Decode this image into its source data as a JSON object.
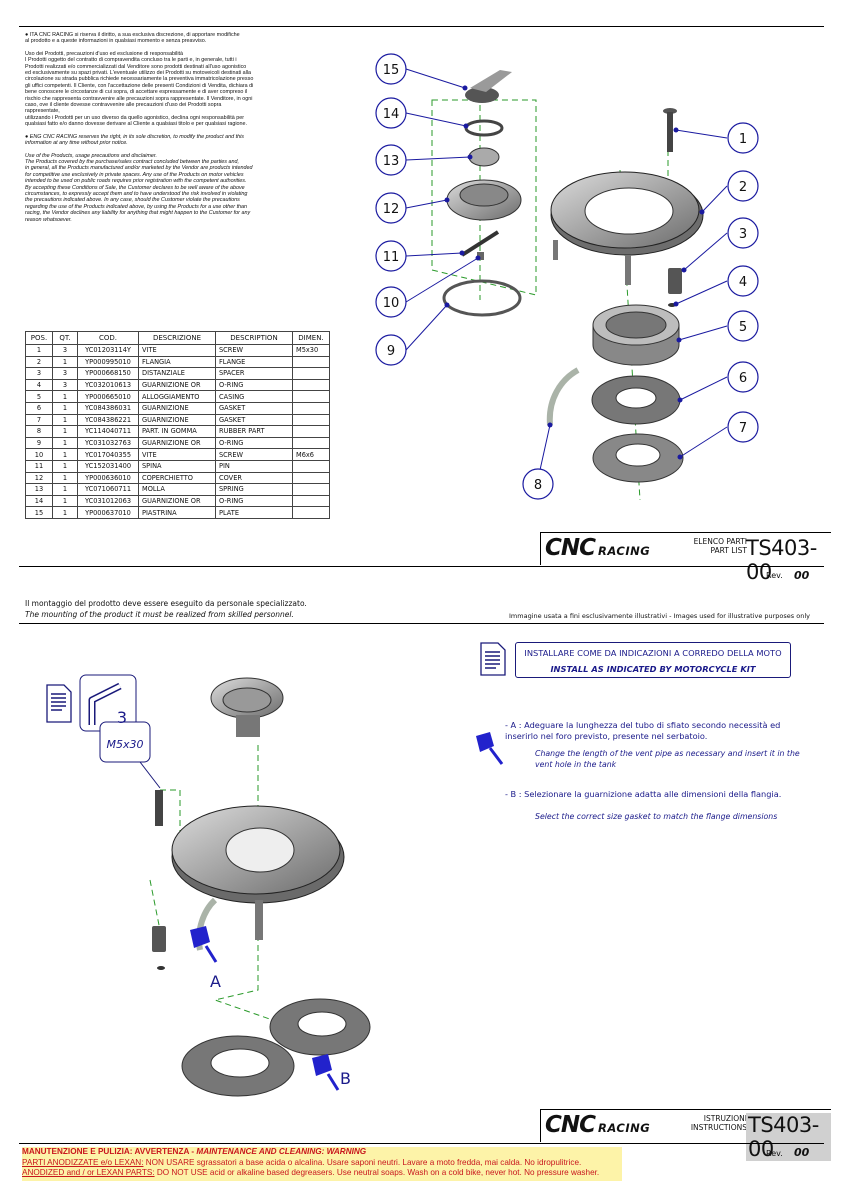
{
  "disclaimer": {
    "ita_header": "ITA  CNC RACING si riserva il diritto, a sua esclusiva discrezione, di apportare modifiche\n      al prodotto e a queste informazioni in qualsiasi momento e senza preavviso.",
    "ita_body": "Uso dei Prodotti, precauzioni d'uso ed esclusione di responsabilità\nI Prodotti oggetto del contratto di compravendita concluso tra le parti e, in generale, tutti i\nProdotti realizzati e/o commercializzati dal Venditore sono prodotti destinati all'uso agonistico\ned esclusivamente su spazi privati. L'eventuale utilizzo dei Prodotti su motoveicoli destinati alla\ncircolazione su strada pubblica richiede necessariamente la preventiva immatricolazione presso\ngli uffici competenti. Il Cliente, con l'accettazione delle presenti Condizioni di Vendita, dichiara di\nbene conoscere le circostanze di cui sopra, di accettare espressamente e di aver compreso il\nrischio che rappresenta contravvenire alle precauzioni sopra rappresentate. Il Venditore, in ogni\ncaso, ove il cliente dovesse contravvenire alle precauzioni d'uso dei Prodotti sopra rappresentate,\nutilizzando i Prodotti per un uso diverso da quello agonistico, declina ogni responsabilità per\nqualsiasi fatto e/o danno dovesse derivare al Cliente a qualsiasi titolo e per qualsiasi ragione.",
    "eng_header": "ENG  CNC RACING reserves the right, in its sole discretion, to modify the product and this\n      information at any time without prior notice.",
    "eng_body": "Use of the Products, usage precautions and disclaimer.\nThe Products covered by the purchase/sales contract concluded between the parties and,\nin general, all the Products manufactured and/or marketed by the Vendor are products intended\nfor competitive use exclusively in private spaces. Any use of the Products on motor vehicles\nintended to be used on public roads requires prior registration with the competent authorities.\nBy accepting these Conditions of Sale, the Customer declares to be well aware of the above\ncircumstances, to expressly accept them and to have understood the risk involved in violating\nthe precautions indicated above. In any case, should the Customer violate the precautions\nregarding the use of the Products indicated above, by using the Products for a use other than\nracing, the Vendor declines any liability for anything that might happen to the Customer for any\nreason whatsoever."
  },
  "parts_table": {
    "headers": [
      "POS.",
      "QT.",
      "COD.",
      "DESCRIZIONE",
      "DESCRIPTION",
      "DIMEN."
    ],
    "rows": [
      [
        "1",
        "3",
        "YC01203114Y",
        "VITE",
        "SCREW",
        "M5x30"
      ],
      [
        "2",
        "1",
        "YP000995010",
        "FLANGIA",
        "FLANGE",
        ""
      ],
      [
        "3",
        "3",
        "YP000668150",
        "DISTANZIALE",
        "SPACER",
        ""
      ],
      [
        "4",
        "3",
        "YC032010613",
        "GUARNIZIONE OR",
        "O-RING",
        ""
      ],
      [
        "5",
        "1",
        "YP000665010",
        "ALLOGGIAMENTO",
        "CASING",
        ""
      ],
      [
        "6",
        "1",
        "YC084386031",
        "GUARNIZIONE",
        "GASKET",
        ""
      ],
      [
        "7",
        "1",
        "YC084386221",
        "GUARNIZIONE",
        "GASKET",
        ""
      ],
      [
        "8",
        "1",
        "YC114040711",
        "PART. IN GOMMA",
        "RUBBER PART",
        ""
      ],
      [
        "9",
        "1",
        "YC031032763",
        "GUARNIZIONE OR",
        "O-RING",
        ""
      ],
      [
        "10",
        "1",
        "YC017040355",
        "VITE",
        "SCREW",
        "M6x6"
      ],
      [
        "11",
        "1",
        "YC152031400",
        "SPINA",
        "PIN",
        ""
      ],
      [
        "12",
        "1",
        "YP000636010",
        "COPERCHIETTO",
        "COVER",
        ""
      ],
      [
        "13",
        "1",
        "YC071060711",
        "MOLLA",
        "SPRING",
        ""
      ],
      [
        "14",
        "1",
        "YC031012063",
        "GUARNIZIONE OR",
        "O-RING",
        ""
      ],
      [
        "15",
        "1",
        "YP000637010",
        "PIASTRINA",
        "PLATE",
        ""
      ]
    ]
  },
  "exploded_view": {
    "callouts": [
      "1",
      "2",
      "3",
      "4",
      "5",
      "6",
      "7",
      "8",
      "9",
      "10",
      "11",
      "12",
      "13",
      "14",
      "15"
    ],
    "line_color": "#1a1aa0",
    "guide_color": "#2a9a2a"
  },
  "title_block_1": {
    "logo_cnc": "CNC",
    "logo_racing": "RACING",
    "label_it": "ELENCO PARTI",
    "label_en": "PART LIST",
    "code": "TS403-00",
    "rev_label": "Rev.",
    "rev_value": "00"
  },
  "mounting": {
    "note_it": "Il montaggio del prodotto deve essere eseguito da personale specializzato.",
    "note_en": "The mounting of the product it must be realized from skilled personnel.",
    "image_note": "Immagine usata a fini esclusivamente illustrativi - Images used for illustrative purposes only"
  },
  "install_banner": {
    "it": "INSTALLARE COME DA INDICAZIONI A CORREDO DELLA MOTO",
    "en": "INSTALL AS INDICATED BY MOTORCYCLE KIT"
  },
  "steps": [
    {
      "marker": "- A :",
      "it": "Adeguare la lunghezza del tubo di sfiato secondo necessità ed\n      inserirlo nel foro previsto, presente nel serbatoio.",
      "en": "Change the length of the vent pipe as necessary and insert it in the\nvent hole in the tank"
    },
    {
      "marker": "- B :",
      "it": "Selezionare la guarnizione adatta alle dimensioni della flangia.",
      "en": "Select the correct size gasket to match the flange dimensions"
    }
  ],
  "tool_callout": {
    "size": "3",
    "screw": "M5x30"
  },
  "pin_labels": [
    "A",
    "B"
  ],
  "title_block_2": {
    "logo_cnc": "CNC",
    "logo_racing": "RACING",
    "label_it": "ISTRUZIONI",
    "label_en": "INSTRUCTIONS",
    "code": "TS403-00",
    "rev_label": "Rev.",
    "rev_value": "00"
  },
  "maintenance": {
    "title_it": "MANUTENZIONE E PULIZIA: AVVERTENZA",
    "title_en": "MAINTENANCE AND CLEANING: WARNING",
    "it_label": "PARTI ANODIZZATE  e/o LEXAN:",
    "it_text": " NON USARE sgrassatori a base acida o alcalina. Usare saponi neutri. Lavare a moto fredda, mai calda. No idropulitrice.",
    "en_label": "ANODIZED and / or LEXAN PARTS:",
    "en_text": " DO NOT USE acid or alkaline based degreasers. Use neutral soaps. Wash on a cold bike, never hot. No pressure washer.",
    "bg_color": "#fdf3a8",
    "text_color": "#c8161d"
  }
}
